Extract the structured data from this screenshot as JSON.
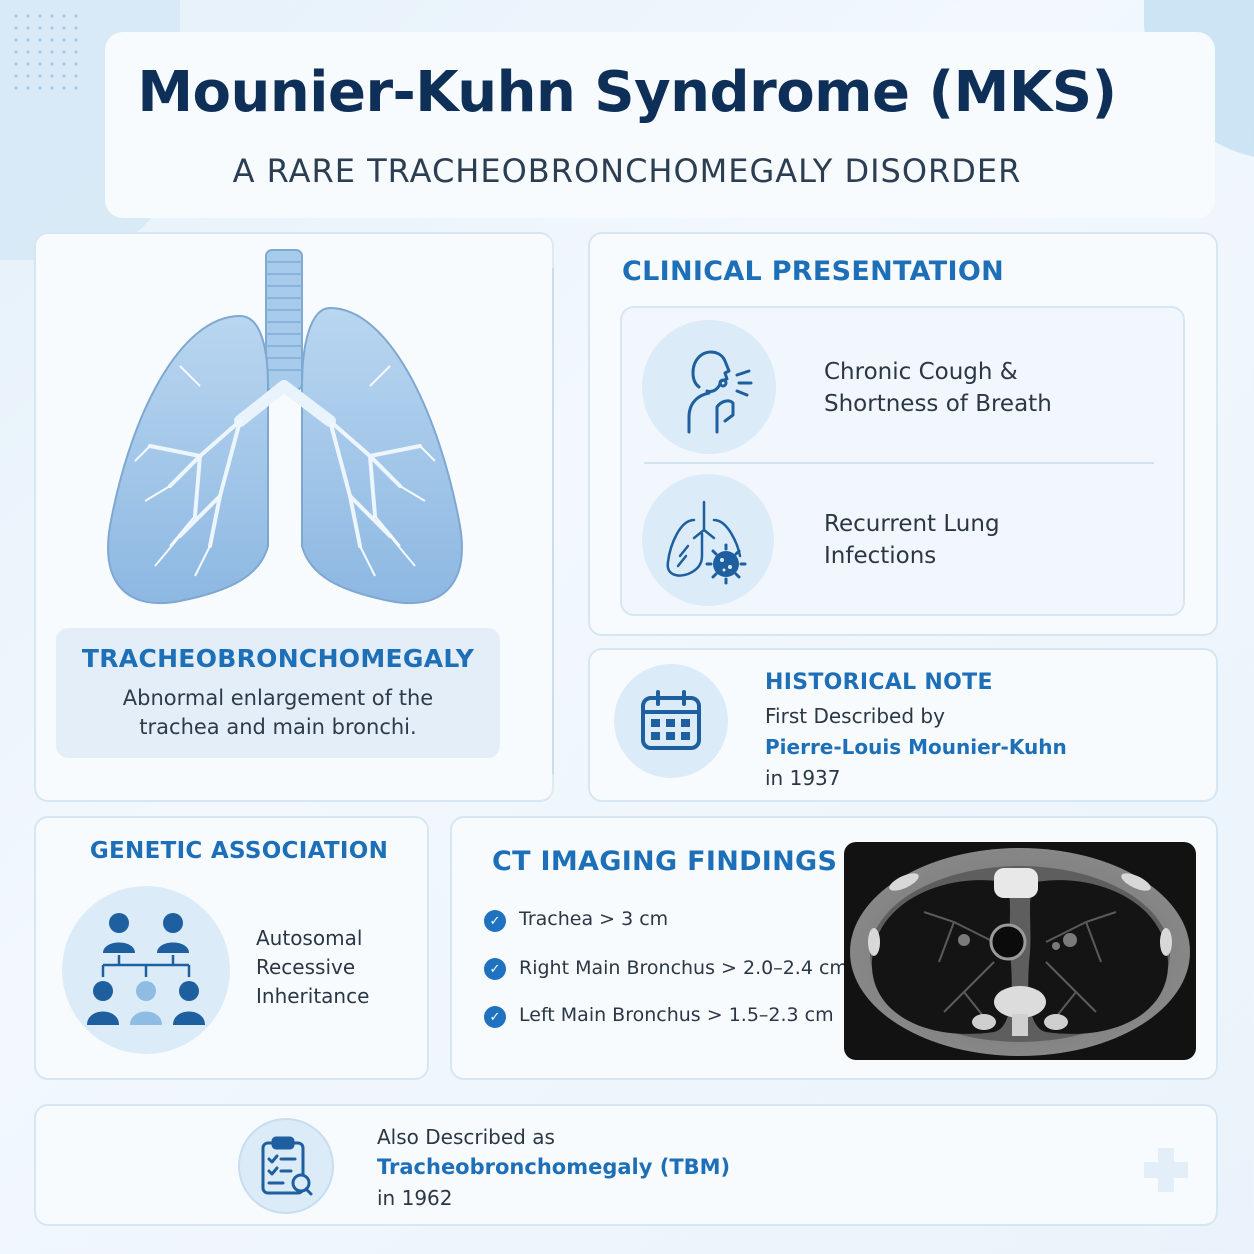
{
  "header": {
    "title": "Mounier-Kuhn Syndrome (MKS)",
    "subtitle": "A RARE TRACHEOBRONCHOMEGALY DISORDER"
  },
  "lung_panel": {
    "image_icon": "lungs-illustration",
    "heading": "TRACHEOBRONCHOMEGALY",
    "description_line1": "Abnormal enlargement of the",
    "description_line2": "trachea and main bronchi."
  },
  "clinical": {
    "heading": "CLINICAL PRESENTATION",
    "items": [
      {
        "icon": "coughing-person-icon",
        "line1": "Chronic Cough &",
        "line2": "Shortness of Breath"
      },
      {
        "icon": "lung-infection-icon",
        "line1": "Recurrent Lung",
        "line2": "Infections"
      }
    ]
  },
  "historical": {
    "icon": "calendar-icon",
    "heading": "HISTORICAL NOTE",
    "line1": "First Described by",
    "name": "Pierre-Louis Mounier-Kuhn",
    "year_text": "in 1937"
  },
  "genetic": {
    "icon": "family-tree-icon",
    "heading": "GENETIC ASSOCIATION",
    "line1": "Autosomal",
    "line2": "Recessive",
    "line3": "Inheritance"
  },
  "ct": {
    "heading": "CT IMAGING FINDINGS",
    "findings": [
      "Trachea > 3 cm",
      "Right Main Bronchus > 2.0–2.4 cm",
      "Left Main Bronchus > 1.5–2.3 cm"
    ],
    "image_icon": "ct-scan-chest-image"
  },
  "footer": {
    "icon": "clipboard-icon",
    "line1": "Also Described as",
    "highlight": "Tracheobronchomegaly (TBM)",
    "year_text": "in 1962"
  },
  "colors": {
    "navy": "#0e2f57",
    "accent_blue": "#1d6fb8",
    "light_circle": "#dcebf8",
    "card_border": "#d6e6f3"
  }
}
